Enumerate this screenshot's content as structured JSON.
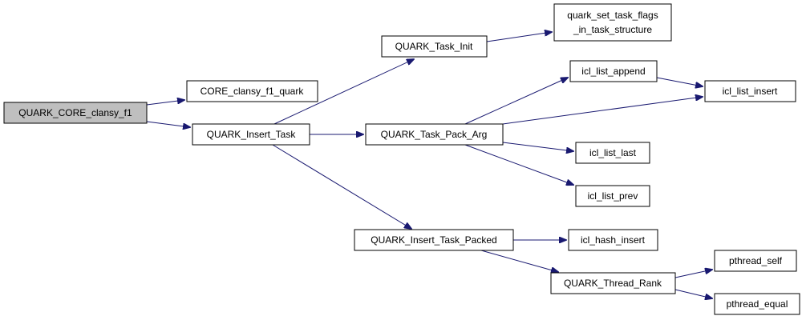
{
  "graph": {
    "nodes": {
      "root": "QUARK_CORE_clansy_f1",
      "core_quark": "CORE_clansy_f1_quark",
      "insert_task": "QUARK_Insert_Task",
      "task_init": "QUARK_Task_Init",
      "set_flags_line1": "quark_set_task_flags",
      "set_flags_line2": "_in_task_structure",
      "pack_arg": "QUARK_Task_Pack_Arg",
      "list_append": "icl_list_append",
      "list_insert": "icl_list_insert",
      "list_last": "icl_list_last",
      "list_prev": "icl_list_prev",
      "insert_packed": "QUARK_Insert_Task_Packed",
      "hash_insert": "icl_hash_insert",
      "thread_rank": "QUARK_Thread_Rank",
      "pthread_self": "pthread_self",
      "pthread_equal": "pthread_equal"
    },
    "edges": [
      [
        "root",
        "core_quark"
      ],
      [
        "root",
        "insert_task"
      ],
      [
        "insert_task",
        "task_init"
      ],
      [
        "insert_task",
        "pack_arg"
      ],
      [
        "insert_task",
        "insert_packed"
      ],
      [
        "task_init",
        "set_flags"
      ],
      [
        "pack_arg",
        "list_append"
      ],
      [
        "pack_arg",
        "list_insert"
      ],
      [
        "pack_arg",
        "list_last"
      ],
      [
        "pack_arg",
        "list_prev"
      ],
      [
        "list_append",
        "list_insert"
      ],
      [
        "insert_packed",
        "hash_insert"
      ],
      [
        "insert_packed",
        "thread_rank"
      ],
      [
        "thread_rank",
        "pthread_self"
      ],
      [
        "thread_rank",
        "pthread_equal"
      ]
    ],
    "colors": {
      "edge": "#191970",
      "root_fill": "#bfbfbf",
      "node_fill": "#ffffff"
    }
  }
}
